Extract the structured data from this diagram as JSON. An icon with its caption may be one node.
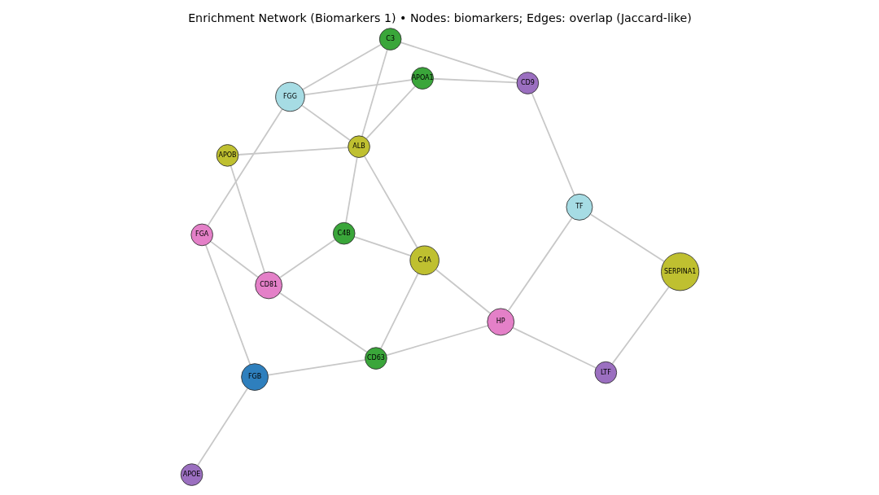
{
  "diagram": {
    "title": "Enrichment Network (Biomarkers 1) • Nodes: biomarkers; Edges: overlap (Jaccard-like)",
    "nodes": [
      {
        "text": [
          "APOE"
        ]
      },
      {
        "text": [
          "CD9"
        ]
      },
      {
        "text": [
          "APOB"
        ]
      },
      {
        "text": [
          "C3"
        ]
      },
      {
        "text": [
          "ALB"
        ]
      },
      {
        "text": [
          "FGG"
        ]
      },
      {
        "text": [
          "APOA1"
        ]
      },
      {
        "text": [
          "C4A"
        ]
      },
      {
        "text": [
          "TF"
        ]
      },
      {
        "text": [
          "C4B"
        ]
      },
      {
        "text": [
          "HP"
        ]
      },
      {
        "text": [
          "FGB"
        ]
      },
      {
        "text": [
          "CD63"
        ]
      },
      {
        "text": [
          "CD81"
        ]
      },
      {
        "text": [
          "SERPINA1"
        ]
      },
      {
        "text": [
          "FGA"
        ]
      },
      {
        "text": [
          "LTF"
        ]
      }
    ],
    "edges": [
      {
        "from": 0,
        "to": 11,
        "arrow": "none"
      },
      {
        "from": 1,
        "to": 3,
        "arrow": "none"
      },
      {
        "from": 1,
        "to": 6,
        "arrow": "none"
      },
      {
        "from": 1,
        "to": 8,
        "arrow": "none"
      },
      {
        "from": 2,
        "to": 4,
        "arrow": "none"
      },
      {
        "from": 2,
        "to": 13,
        "arrow": "none"
      },
      {
        "from": 3,
        "to": 5,
        "arrow": "none"
      },
      {
        "from": 3,
        "to": 4,
        "arrow": "none"
      },
      {
        "from": 5,
        "to": 4,
        "arrow": "none"
      },
      {
        "from": 5,
        "to": 6,
        "arrow": "none"
      },
      {
        "from": 6,
        "to": 4,
        "arrow": "none"
      },
      {
        "from": 4,
        "to": 7,
        "arrow": "none"
      },
      {
        "from": 4,
        "to": 9,
        "arrow": "none"
      },
      {
        "from": 7,
        "to": 9,
        "arrow": "none"
      },
      {
        "from": 7,
        "to": 10,
        "arrow": "none"
      },
      {
        "from": 7,
        "to": 12,
        "arrow": "none"
      },
      {
        "from": 10,
        "to": 8,
        "arrow": "none"
      },
      {
        "from": 8,
        "to": 14,
        "arrow": "none"
      },
      {
        "from": 10,
        "to": 12,
        "arrow": "none"
      },
      {
        "from": 10,
        "to": 16,
        "arrow": "none"
      },
      {
        "from": 11,
        "to": 12,
        "arrow": "none"
      },
      {
        "from": 11,
        "to": 15,
        "arrow": "none"
      },
      {
        "from": 13,
        "to": 12,
        "arrow": "none"
      },
      {
        "from": 13,
        "to": 9,
        "arrow": "none"
      },
      {
        "from": 13,
        "to": 15,
        "arrow": "none"
      },
      {
        "from": 5,
        "to": 15,
        "arrow": "none"
      },
      {
        "from": 16,
        "to": 14,
        "arrow": "none"
      }
    ]
  }
}
